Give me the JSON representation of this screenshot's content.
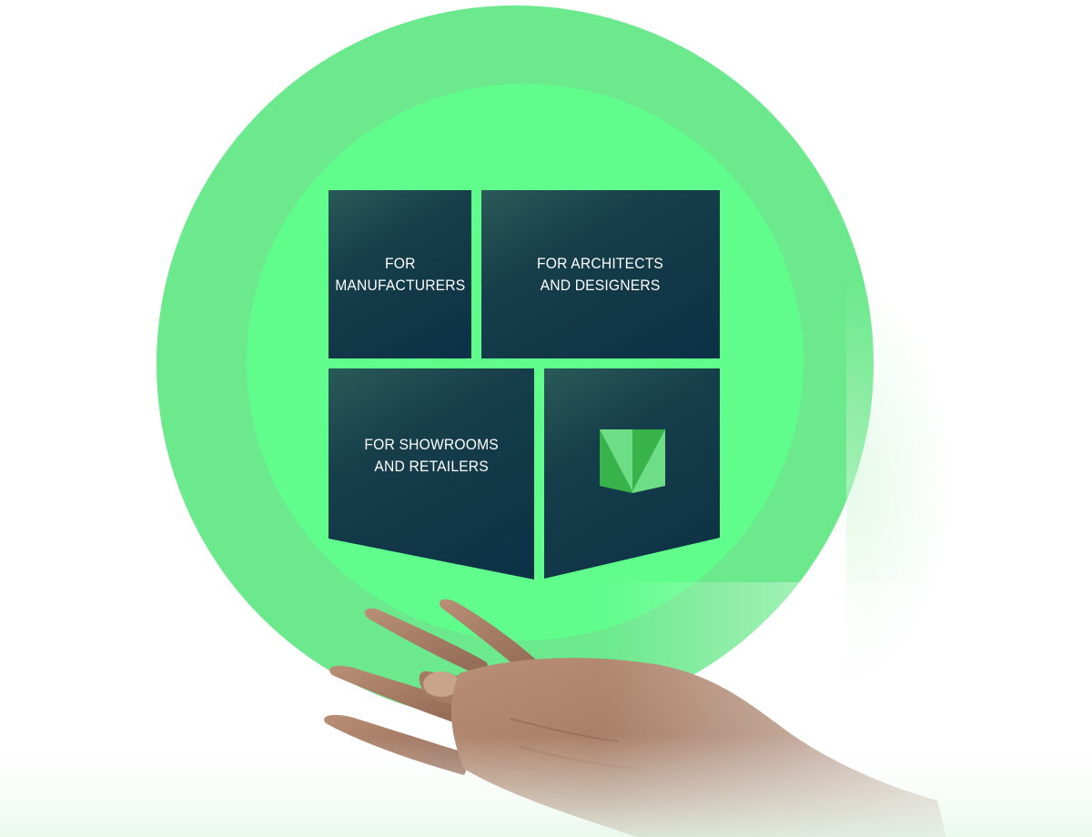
{
  "tiles": {
    "manufacturers": {
      "label": "FOR\nMANUFACTURERS"
    },
    "architects": {
      "label": "FOR ARCHITECTS\nAND DESIGNERS"
    },
    "showrooms": {
      "label": "FOR SHOWROOMS\nAND RETAILERS"
    },
    "logo": {
      "icon": "brand-logo-icon"
    }
  },
  "colors": {
    "orb_outer": "#6be98c",
    "orb_inner": "#60fc8c",
    "tile_dark": "#0c3045",
    "tile_highlight": "#2a5a58",
    "logo_dark_green": "#37b34a",
    "logo_light_green": "#6fdc86"
  },
  "hand_icon": "open-palm-hand-image"
}
